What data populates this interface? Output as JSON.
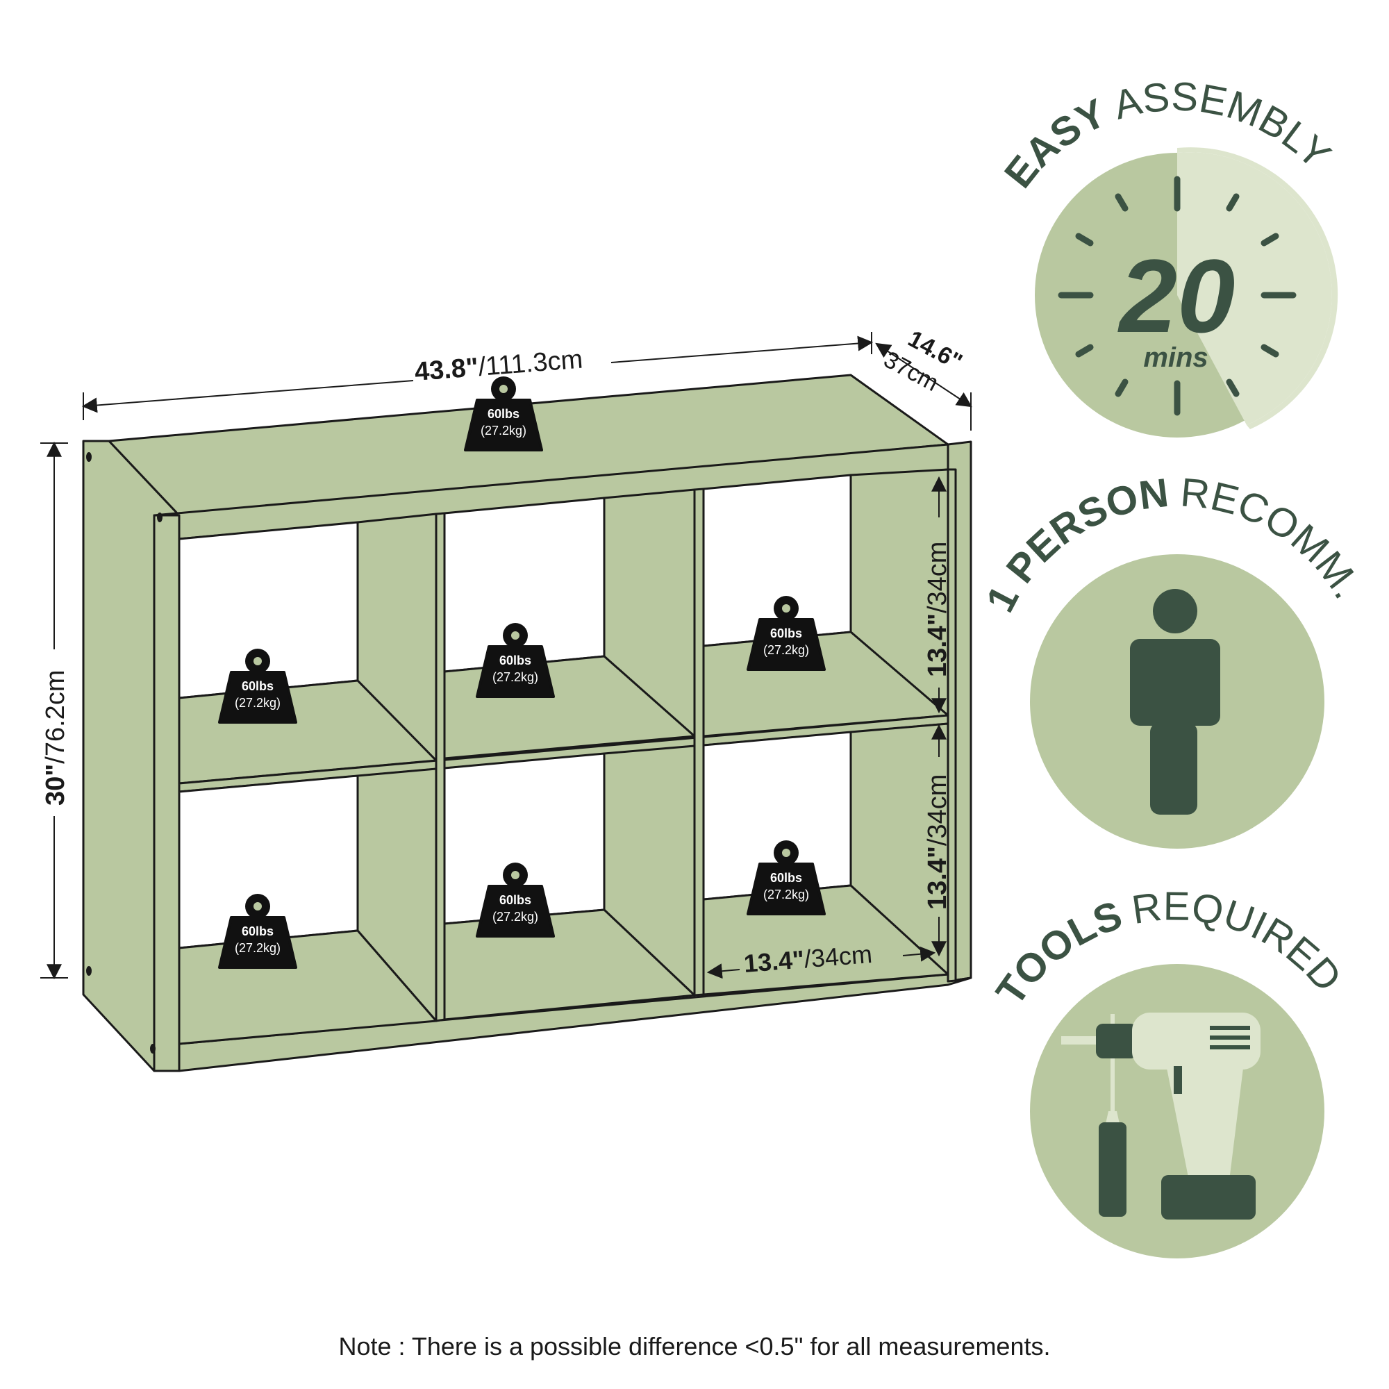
{
  "colors": {
    "shelf_fill": "#b9c8a0",
    "outline": "#1a1a1a",
    "badge_bg": "#b9c8a0",
    "badge_light": "#dde5cd",
    "dark_green": "#3b5243",
    "weight_fill": "#111111"
  },
  "dimensions": {
    "width_in": "43.8\"",
    "width_cm": "/111.3cm",
    "depth_in": "14.6\"",
    "depth_cm": "37cm",
    "height_in": "30\"",
    "height_cm": "/76.2cm",
    "cube_h_top_in": "13.4\"",
    "cube_h_top_cm": "/34cm",
    "cube_h_bottom_in": "13.4\"",
    "cube_h_bottom_cm": "/34cm",
    "cube_w_in": "13.4\"",
    "cube_w_cm": "/34cm"
  },
  "weights": [
    {
      "load": "60lbs",
      "metric": "(27.2kg)",
      "location": "top"
    },
    {
      "load": "60lbs",
      "metric": "(27.2kg)",
      "location": "upper-left"
    },
    {
      "load": "60lbs",
      "metric": "(27.2kg)",
      "location": "upper-middle"
    },
    {
      "load": "60lbs",
      "metric": "(27.2kg)",
      "location": "upper-right"
    },
    {
      "load": "60lbs",
      "metric": "(27.2kg)",
      "location": "lower-left"
    },
    {
      "load": "60lbs",
      "metric": "(27.2kg)",
      "location": "lower-middle"
    },
    {
      "load": "60lbs",
      "metric": "(27.2kg)",
      "location": "lower-right"
    }
  ],
  "badges": {
    "assembly": {
      "bold": "EASY",
      "light": "ASSEMBLY",
      "number": "20",
      "unit": "mins",
      "icon": "clock-icon"
    },
    "person": {
      "bold": "1 PERSON",
      "light": "RECOMM.",
      "icon": "person-icon"
    },
    "tools": {
      "bold": "TOOLS",
      "light": "REQUIRED",
      "icon": "drill-screwdriver-icon"
    }
  },
  "footnote": "Note : There is a possible difference <0.5\" for all measurements."
}
